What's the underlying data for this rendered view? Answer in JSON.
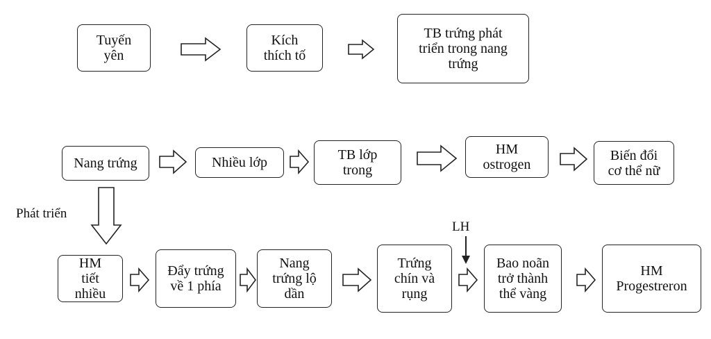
{
  "nodes": {
    "tuyen_yen": [
      "Tuyến",
      "yên"
    ],
    "kich_thich_to": [
      "Kích",
      "thích tố"
    ],
    "tb_trung_phat_trien": [
      "TB trứng phát",
      "triển trong nang",
      "trứng"
    ],
    "nang_trung": [
      "Nang trứng"
    ],
    "nhieu_lop": [
      "Nhiều lớp"
    ],
    "tb_lop_trong": [
      "TB lớp",
      "trong"
    ],
    "hm_ostrogen": [
      "HM",
      "ostrogen"
    ],
    "bien_doi": [
      "Biến đổi",
      "cơ thể nữ"
    ],
    "hm_tiet_nhieu": [
      "HM",
      "tiết",
      "nhiều"
    ],
    "day_trung": [
      "Đẩy trứng",
      "về 1 phía"
    ],
    "nang_trung_lo": [
      "Nang",
      "trứng lộ",
      "dần"
    ],
    "trung_chin": [
      "Trứng",
      "chín và",
      "rụng"
    ],
    "bao_noan": [
      "Bao noãn",
      "trở thành",
      "thể vàng"
    ],
    "hm_progesteron": [
      "HM",
      "Progestreron"
    ]
  },
  "labels": {
    "phat_trien": "Phát triển",
    "lh": "LH"
  },
  "colors": {
    "stroke": "#222222",
    "background": "#ffffff"
  }
}
